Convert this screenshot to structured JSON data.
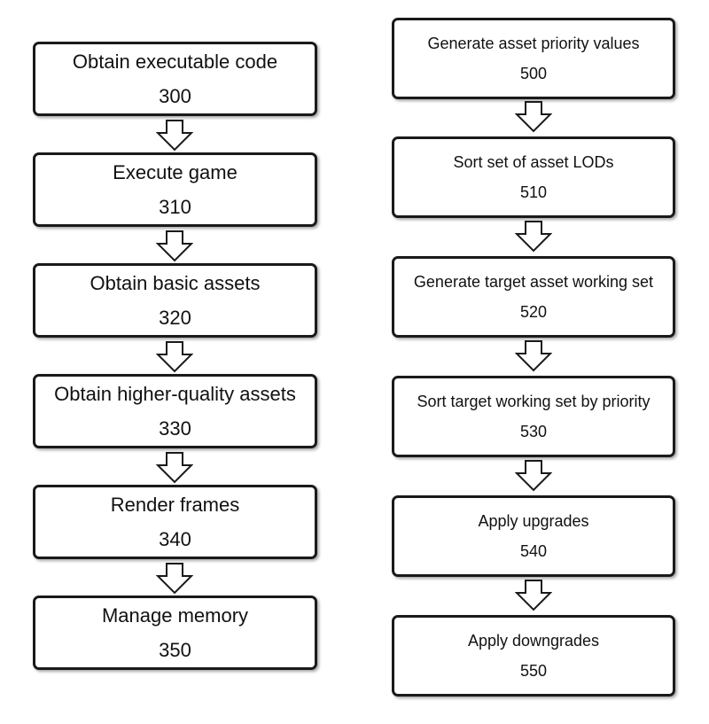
{
  "left_flow": [
    {
      "label": "Obtain executable code",
      "number": "300"
    },
    {
      "label": "Execute game",
      "number": "310"
    },
    {
      "label": "Obtain basic assets",
      "number": "320"
    },
    {
      "label": "Obtain higher-quality assets",
      "number": "330"
    },
    {
      "label": "Render frames",
      "number": "340"
    },
    {
      "label": "Manage memory",
      "number": "350"
    }
  ],
  "right_flow": [
    {
      "label": "Generate asset priority values",
      "number": "500"
    },
    {
      "label": "Sort set of asset LODs",
      "number": "510"
    },
    {
      "label": "Generate target asset working set",
      "number": "520"
    },
    {
      "label": "Sort target working set by priority",
      "number": "530"
    },
    {
      "label": "Apply upgrades",
      "number": "540"
    },
    {
      "label": "Apply downgrades",
      "number": "550"
    }
  ],
  "colors": {
    "box_border": "#1a1a1a",
    "box_fill": "#ffffff",
    "arrow_stroke": "#1a1a1a"
  }
}
